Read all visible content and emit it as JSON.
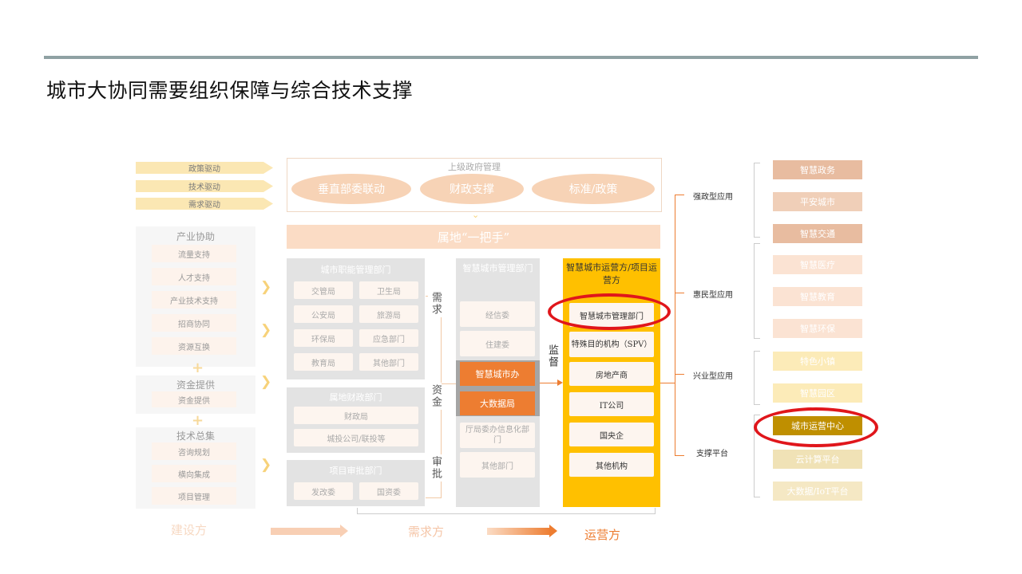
{
  "title": "城市大协同需要组织保障与综合技术支撑",
  "drivers": [
    "政策驱动",
    "技术驱动",
    "需求驱动"
  ],
  "gov": {
    "title": "上级政府管理",
    "items": [
      "垂直部委联动",
      "财政支撑",
      "标准/政策"
    ]
  },
  "owner": "属地“一把手”",
  "left": {
    "sections": [
      {
        "title": "产业协助",
        "items": [
          "流量支持",
          "人才支持",
          "产业技术支持",
          "招商协同",
          "资源互换"
        ]
      },
      {
        "title": "资金提供",
        "items": [
          "资金提供"
        ]
      },
      {
        "title": "技术总集",
        "items": [
          "咨询规划",
          "横向集成",
          "项目管理"
        ]
      }
    ]
  },
  "city_depts": {
    "title": "城市职能管理部门",
    "items": [
      "交管局",
      "卫生局",
      "公安局",
      "旅游局",
      "环保局",
      "应急部门",
      "教育局",
      "其他部门"
    ]
  },
  "finance_depts": {
    "title": "属地财政部门",
    "items": [
      "财政局",
      "城投公司/联投等"
    ]
  },
  "approval_depts": {
    "title": "项目审批部门",
    "items": [
      "发改委",
      "国资委"
    ]
  },
  "flow_labels": {
    "need": "需求",
    "fund": "资金",
    "approve": "审批",
    "supervise": "监督"
  },
  "smart_mgmt": {
    "title": "智慧城市管理部门",
    "items": [
      "经信委",
      "住建委"
    ],
    "highlight": [
      "智慧城市办",
      "大数据局"
    ],
    "bottom": [
      "厅局委办信息化部门",
      "其他部门"
    ]
  },
  "operator": {
    "title": "智慧城市运营方/项目运营方",
    "items": [
      "智慧城市管理部门",
      "特殊目的机构（SPV）",
      "房地产商",
      "IT公司",
      "国央企",
      "其他机构"
    ]
  },
  "app_labels": [
    "强政型应用",
    "惠民型应用",
    "兴业型应用",
    "支撑平台"
  ],
  "apps": {
    "strong": [
      "智慧政务",
      "平安城市",
      "智慧交通"
    ],
    "people": [
      "智慧医疗",
      "智慧教育",
      "智慧环保"
    ],
    "industry": [
      "特色小镇",
      "智慧园区"
    ],
    "platform": [
      "城市运营中心",
      "云计算平台",
      "大数据/IoT平台"
    ]
  },
  "footer": {
    "builder": "建设方",
    "demander": "需求方",
    "operator": "运营方"
  },
  "colors": {
    "accent_orange": "#ed7d31",
    "accent_yellow": "#ffc000",
    "highlight_circle": "#e0161b",
    "platform_center": "#bf8f00"
  }
}
